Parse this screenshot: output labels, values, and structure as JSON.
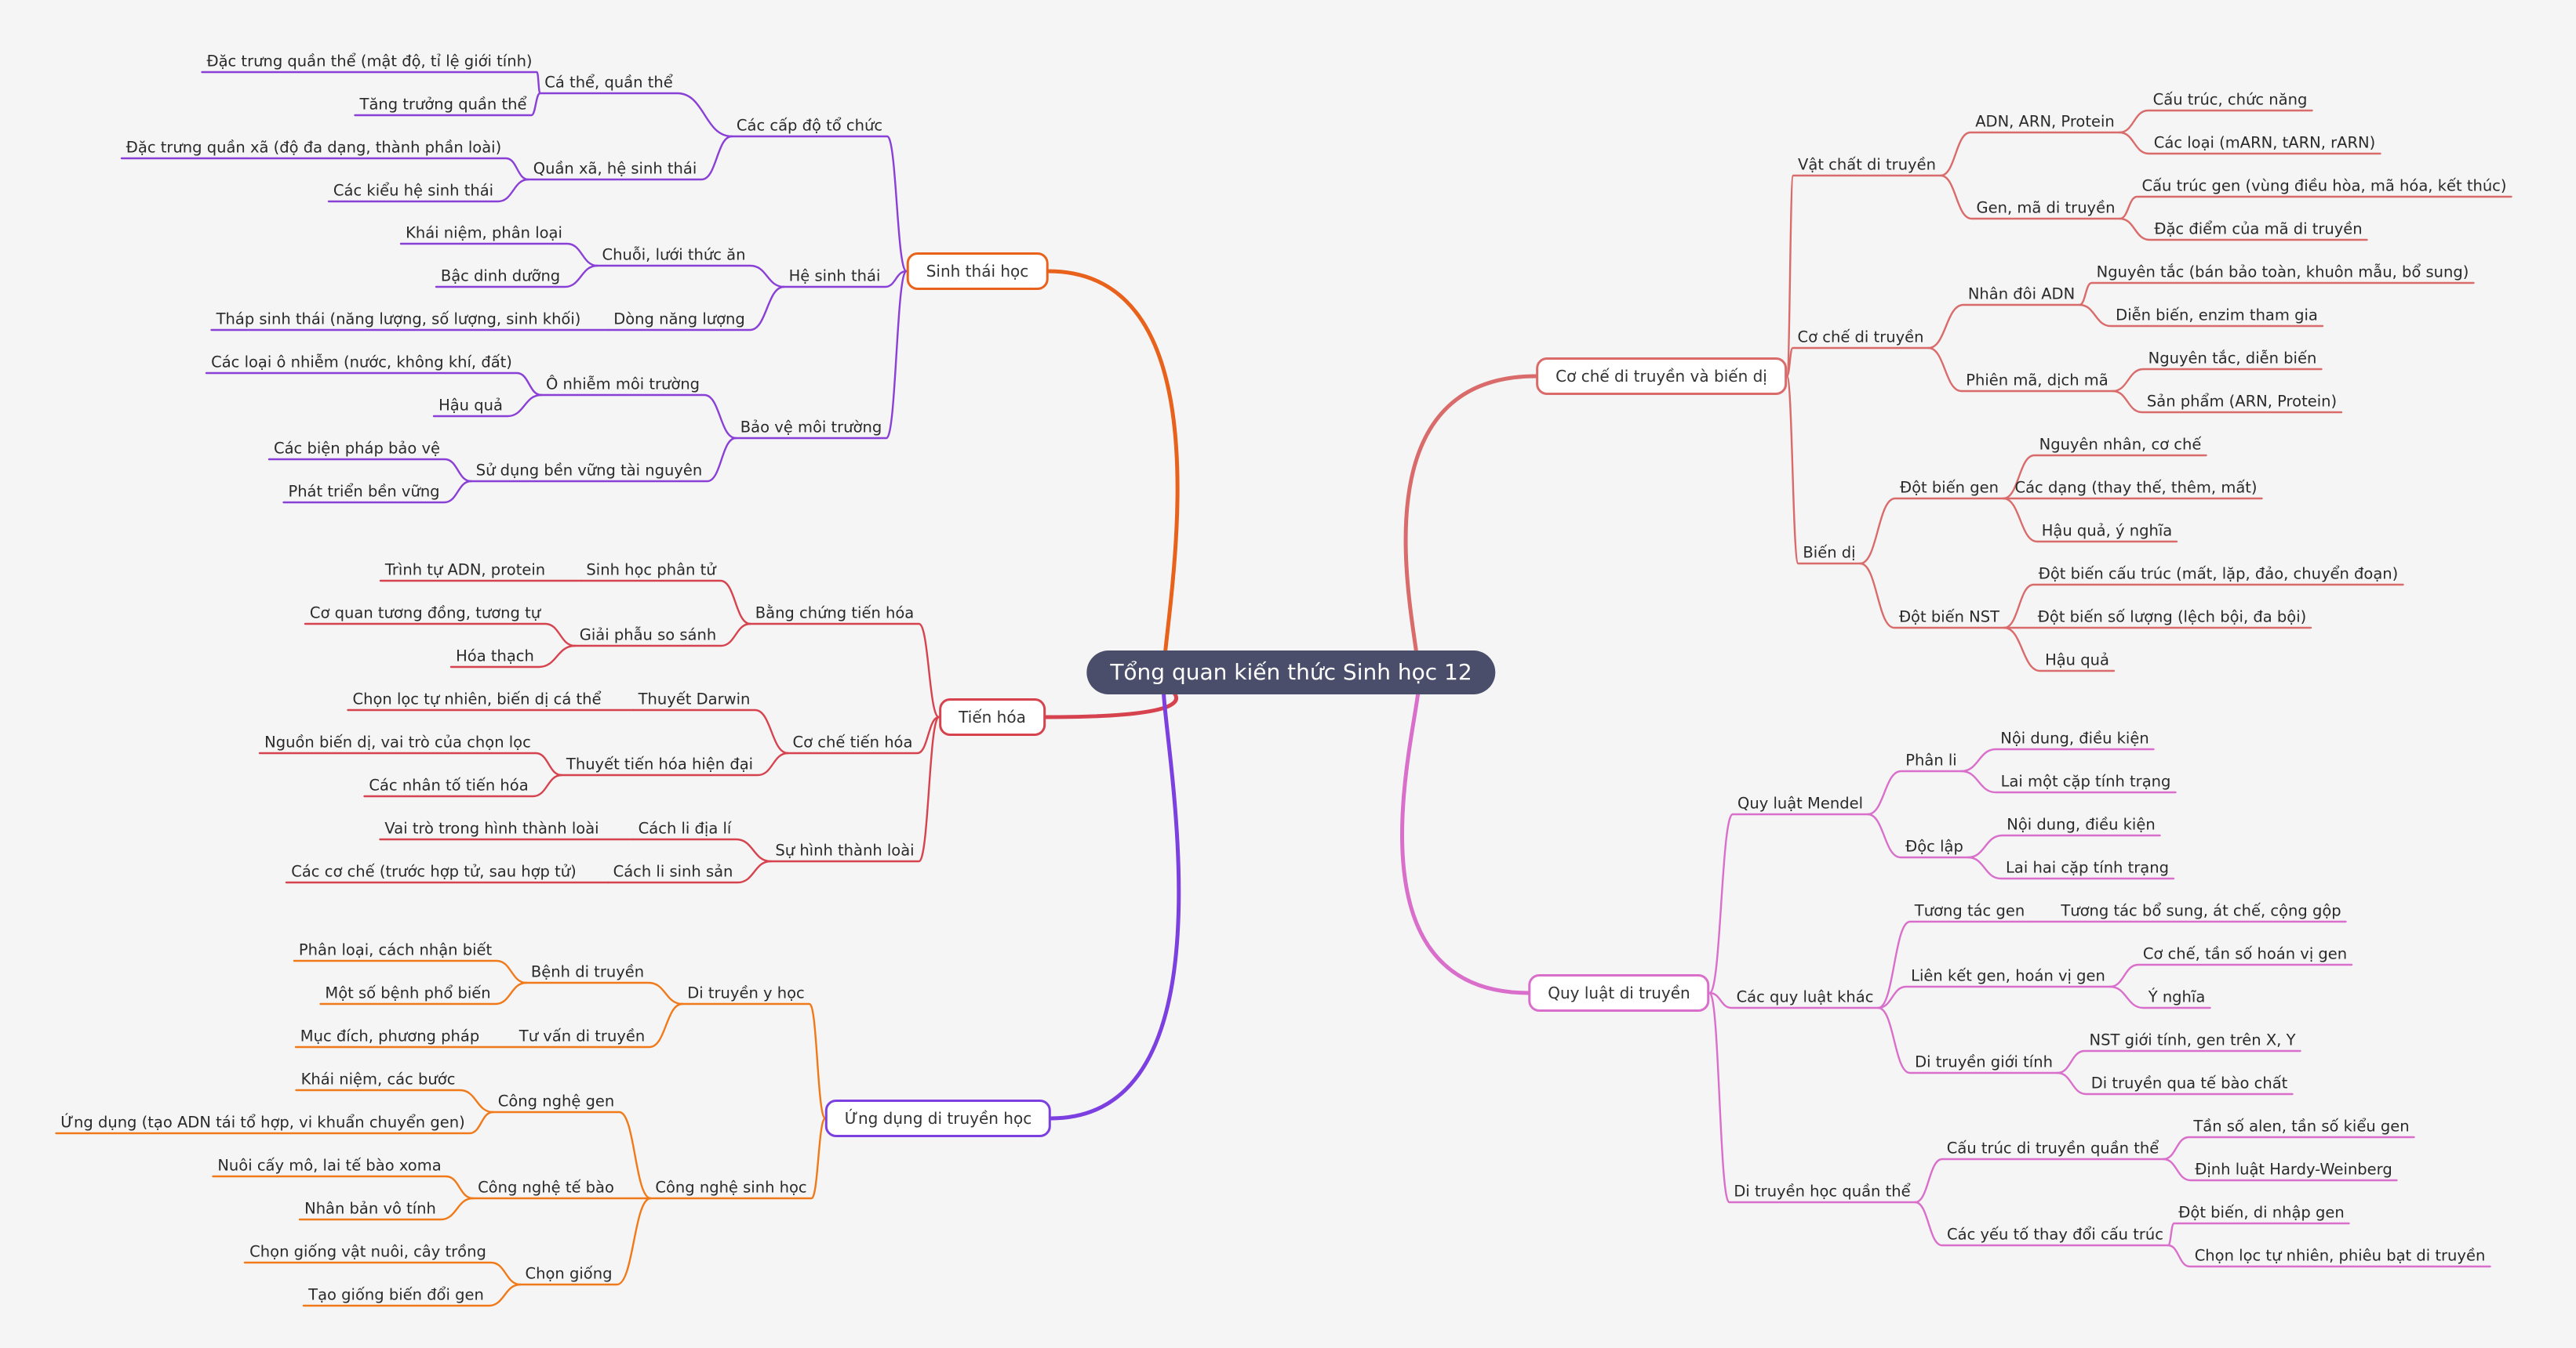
{
  "mindmap": {
    "root": "Tổng quan kiến thức Sinh học 12",
    "colors": {
      "root_bg": "#4a4e6b",
      "sinh_thai": "#e8621c",
      "tien_hoa": "#d6434f",
      "ung_dung_line": "#7c3fe0",
      "ung_dung_sub": "#f07a1a",
      "co_che": "#d96b6b",
      "quy_luat": "#d96fcb",
      "sinh_thai_sub": "#8a3fd6",
      "tien_hoa_sub": "#d6434f"
    },
    "left": {
      "sinh_thai": {
        "label": "Sinh thái học",
        "cap_do": {
          "label": "Các cấp độ tổ chức",
          "ca_the": {
            "label": "Cá thể, quần thể",
            "items": [
              "Đặc trưng quần thể (mật độ, tỉ lệ giới tính)",
              "Tăng trưởng quần thể"
            ]
          },
          "quan_xa": {
            "label": "Quần xã, hệ sinh thái",
            "items": [
              "Đặc trưng quần xã (độ đa dạng, thành phần loài)",
              "Các kiểu hệ sinh thái"
            ]
          }
        },
        "he_sinh_thai": {
          "label": "Hệ sinh thái",
          "chuoi": {
            "label": "Chuỗi, lưới thức ăn",
            "items": [
              "Khái niệm, phân loại",
              "Bậc dinh dưỡng"
            ]
          },
          "dong": {
            "label": "Dòng năng lượng",
            "items": [
              "Tháp sinh thái (năng lượng, số lượng, sinh khối)"
            ]
          }
        },
        "bao_ve": {
          "label": "Bảo vệ môi trường",
          "o_nhiem": {
            "label": "Ô nhiễm môi trường",
            "items": [
              "Các loại ô nhiễm (nước, không khí, đất)",
              "Hậu quả"
            ]
          },
          "su_dung": {
            "label": "Sử dụng bền vững tài nguyên",
            "items": [
              "Các biện pháp bảo vệ",
              "Phát triển bền vững"
            ]
          }
        }
      },
      "tien_hoa": {
        "label": "Tiến hóa",
        "bang_chung": {
          "label": "Bằng chứng tiến hóa",
          "phan_tu": {
            "label": "Sinh học phân tử",
            "items": [
              "Trình tự ADN, protein"
            ]
          },
          "giai_phau": {
            "label": "Giải phẫu so sánh",
            "items": [
              "Cơ quan tương đồng, tương tự",
              "Hóa thạch"
            ]
          }
        },
        "co_che": {
          "label": "Cơ chế tiến hóa",
          "darwin": {
            "label": "Thuyết Darwin",
            "items": [
              "Chọn lọc tự nhiên, biến dị cá thể"
            ]
          },
          "hien_dai": {
            "label": "Thuyết tiến hóa hiện đại",
            "items": [
              "Nguồn biến dị, vai trò của chọn lọc",
              "Các nhân tố tiến hóa"
            ]
          }
        },
        "hinh_thanh": {
          "label": "Sự hình thành loài",
          "dia_li": {
            "label": "Cách li địa lí",
            "items": [
              "Vai trò trong hình thành loài"
            ]
          },
          "sinh_san": {
            "label": "Cách li sinh sản",
            "items": [
              "Các cơ chế (trước hợp tử, sau hợp tử)"
            ]
          }
        }
      },
      "ung_dung": {
        "label": "Ứng dụng di truyền học",
        "y_hoc": {
          "label": "Di truyền y học",
          "benh": {
            "label": "Bệnh di truyền",
            "items": [
              "Phân loại, cách nhận biết",
              "Một số bệnh phổ biến"
            ]
          },
          "tu_van": {
            "label": "Tư vấn di truyền",
            "items": [
              "Mục đích, phương pháp"
            ]
          }
        },
        "cong_nghe": {
          "label": "Công nghệ sinh học",
          "gen": {
            "label": "Công nghệ gen",
            "items": [
              "Khái niệm, các bước",
              "Ứng dụng (tạo ADN tái tổ hợp, vi khuẩn chuyển gen)"
            ]
          },
          "te_bao": {
            "label": "Công nghệ tế bào",
            "items": [
              "Nuôi cấy mô, lai tế bào xoma",
              "Nhân bản vô tính"
            ]
          },
          "chon_giong": {
            "label": "Chọn giống",
            "items": [
              "Chọn giống vật nuôi, cây trồng",
              "Tạo giống biến đổi gen"
            ]
          }
        }
      }
    },
    "right": {
      "co_che": {
        "label": "Cơ chế di truyền và biến dị",
        "vat_chat": {
          "label": "Vật chất di truyền",
          "adn": {
            "label": "ADN, ARN, Protein",
            "items": [
              "Cấu trúc, chức năng",
              "Các loại (mARN, tARN, rARN)"
            ]
          },
          "gen": {
            "label": "Gen, mã di truyền",
            "items": [
              "Cấu trúc gen (vùng điều hòa, mã hóa, kết thúc)",
              "Đặc điểm của mã di truyền"
            ]
          }
        },
        "co_che_dt": {
          "label": "Cơ chế di truyền",
          "nhan_doi": {
            "label": "Nhân đôi ADN",
            "items": [
              "Nguyên tắc (bán bảo toàn, khuôn mẫu, bổ sung)",
              "Diễn biến, enzim tham gia"
            ]
          },
          "phien_ma": {
            "label": "Phiên mã, dịch mã",
            "items": [
              "Nguyên tắc, diễn biến",
              "Sản phẩm (ARN, Protein)"
            ]
          }
        },
        "bien_di": {
          "label": "Biến dị",
          "dot_bien_gen": {
            "label": "Đột biến gen",
            "items": [
              "Nguyên nhân, cơ chế",
              "Các dạng (thay thế, thêm, mất)",
              "Hậu quả, ý nghĩa"
            ]
          },
          "dot_bien_nst": {
            "label": "Đột biến NST",
            "items": [
              "Đột biến cấu trúc (mất, lặp, đảo, chuyển đoạn)",
              "Đột biến số lượng (lệch bội, đa bội)",
              "Hậu quả"
            ]
          }
        }
      },
      "quy_luat": {
        "label": "Quy luật di truyền",
        "mendel": {
          "label": "Quy luật Mendel",
          "phan_li": {
            "label": "Phân li",
            "items": [
              "Nội dung, điều kiện",
              "Lai một cặp tính trạng"
            ]
          },
          "doc_lap": {
            "label": "Độc lập",
            "items": [
              "Nội dung, điều kiện",
              "Lai hai cặp tính trạng"
            ]
          }
        },
        "khac": {
          "label": "Các quy luật khác",
          "tuong_tac": {
            "label": "Tương tác gen",
            "items": [
              "Tương tác bổ sung, át chế, cộng gộp"
            ]
          },
          "lien_ket": {
            "label": "Liên kết gen, hoán vị gen",
            "items": [
              "Cơ chế, tần số hoán vị gen",
              "Ý nghĩa"
            ]
          },
          "gioi_tinh": {
            "label": "Di truyền giới tính",
            "items": [
              "NST giới tính, gen trên X, Y",
              "Di truyền qua tế bào chất"
            ]
          }
        },
        "quan_the": {
          "label": "Di truyền học quần thể",
          "cau_truc": {
            "label": "Cấu trúc di truyền quần thể",
            "items": [
              "Tần số alen, tần số kiểu gen",
              "Định luật Hardy-Weinberg"
            ]
          },
          "yeu_to": {
            "label": "Các yếu tố thay đổi cấu trúc",
            "items": [
              "Đột biến, di nhập gen",
              "Chọn lọc tự nhiên, phiêu bạt di truyền"
            ]
          }
        }
      }
    }
  }
}
